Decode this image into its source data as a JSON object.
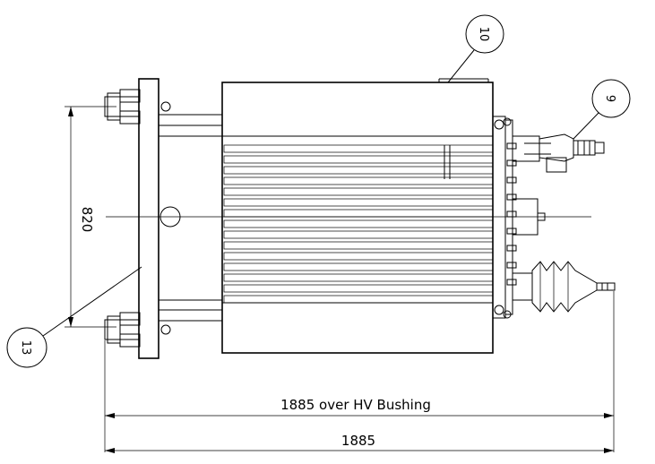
{
  "drawing": {
    "dimensions": {
      "height_label": "820",
      "hv_bushing_label": "1885 over HV Bushing",
      "overall_label": "1885"
    },
    "callouts": [
      {
        "number": "10"
      },
      {
        "number": "9"
      },
      {
        "number": "13"
      }
    ]
  }
}
